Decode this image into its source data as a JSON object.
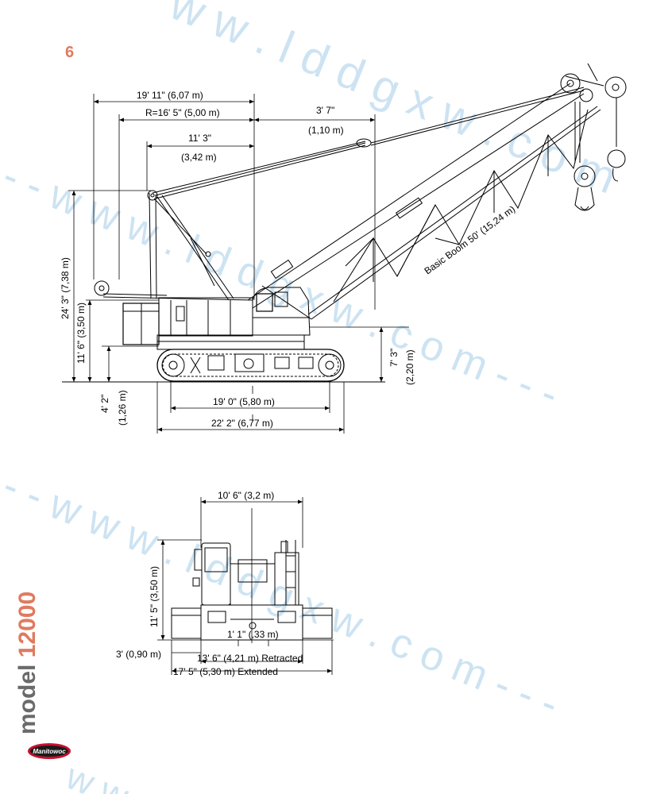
{
  "page_number": "6",
  "side_label": {
    "word": "model",
    "number": "12000"
  },
  "logo_text": "Manitowoc",
  "watermark": {
    "lines": [
      "w w . l d d g x w . c o m",
      "- - w w w . l d d g x w . c o m - - -",
      "- - w w w . l d d g x w . c o m - - -",
      "w w"
    ]
  },
  "side_view": {
    "dims": {
      "d1": "19' 11\" (6,07 m)",
      "d2": "R=16' 5\" (5,00 m)",
      "d3a": "3' 7\"",
      "d3b": "(1,10 m)",
      "d4a": "11' 3\"",
      "d4b": "(3,42 m)",
      "d5": "24' 3\" (7,38 m)",
      "d6": "11' 6\" (3,50 m)",
      "d7a": "4' 2\"",
      "d7b": "(1,26 m)",
      "d8a": "7' 3\"",
      "d8b": "(2,20 m)",
      "d9": "19' 0\" (5,80 m)",
      "d10": "22' 2\" (6,77 m)",
      "boom": "Basic Boom 50' (15,24 m)"
    }
  },
  "rear_view": {
    "dims": {
      "r1": "10' 6\" (3,2 m)",
      "r2": "11' 5\" (3,50 m)",
      "r3": "1' 1\" (,33 m)",
      "r4": "3' (0,90 m)",
      "r5": "13' 6\" (4,21 m) Retracted",
      "r6": "17' 5\" (5,30 m) Extended"
    }
  },
  "colors": {
    "accent": "#e07a5f",
    "label_grey": "#6a6a6a",
    "logo_red": "#c8102e",
    "watermark": "#cde3f2"
  }
}
